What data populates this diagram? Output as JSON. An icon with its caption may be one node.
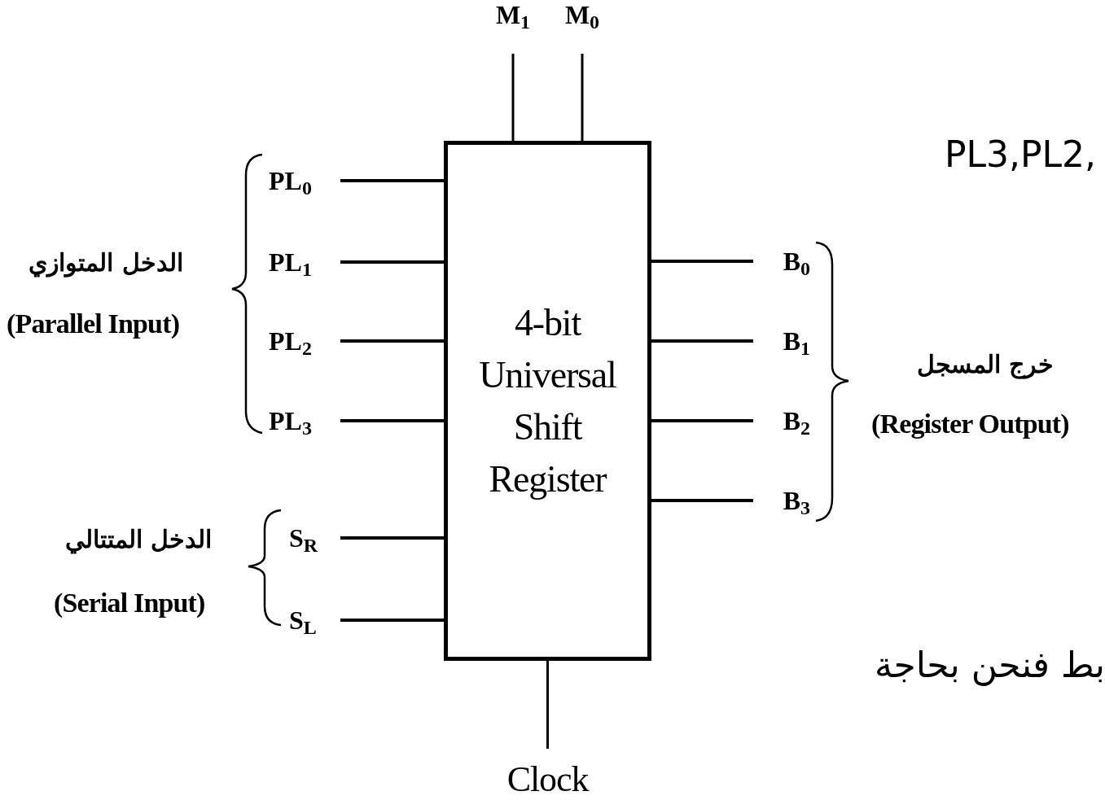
{
  "diagram": {
    "nodes": [
      {
        "text": [
          "4-bit Universal Shift Register"
        ]
      },
      {
        "text": [
          "M$_{1}$"
        ]
      },
      {
        "text": [
          "M$_{0}$"
        ]
      },
      {
        "text": [
          "PL$_{0}$"
        ]
      },
      {
        "text": [
          "PL$_{1}$"
        ]
      },
      {
        "text": [
          "PL$_{2}$"
        ]
      },
      {
        "text": [
          "PL$_{3}$"
        ]
      },
      {
        "text": [
          "S$_{R}$"
        ]
      },
      {
        "text": [
          "S$_{L}$"
        ]
      },
      {
        "text": [
          "B$_{0}$"
        ]
      },
      {
        "text": [
          "B$_{1}$"
        ]
      },
      {
        "text": [
          "B$_{2}$"
        ]
      },
      {
        "text": [
          "B$_{3}$"
        ]
      },
      {
        "text": [
          "Clock"
        ]
      }
    ],
    "edges": [
      {
        "from": 1,
        "to": 0,
        "arrow": "none"
      },
      {
        "from": 2,
        "to": 0,
        "arrow": "none"
      },
      {
        "from": 3,
        "to": 0,
        "arrow": "none"
      },
      {
        "from": 4,
        "to": 0,
        "arrow": "none"
      },
      {
        "from": 5,
        "to": 0,
        "arrow": "none"
      },
      {
        "from": 6,
        "to": 0,
        "arrow": "none"
      },
      {
        "from": 7,
        "to": 0,
        "arrow": "none"
      },
      {
        "from": 8,
        "to": 0,
        "arrow": "none"
      },
      {
        "from": 0,
        "to": 9,
        "arrow": "none"
      },
      {
        "from": 0,
        "to": 10,
        "arrow": "none"
      },
      {
        "from": 0,
        "to": 11,
        "arrow": "none"
      },
      {
        "from": 0,
        "to": 12,
        "arrow": "none"
      },
      {
        "from": 13,
        "to": 0,
        "arrow": "none"
      }
    ],
    "labels": [
      "PL3,PL2,",
      "الدخل المتوازي",
      "(Parallel Input)",
      "خرج المسجل",
      "(Register Output)",
      "الدخل المتتالي",
      "(Serial Input)",
      "بط فنحن بحاجة"
    ]
  }
}
